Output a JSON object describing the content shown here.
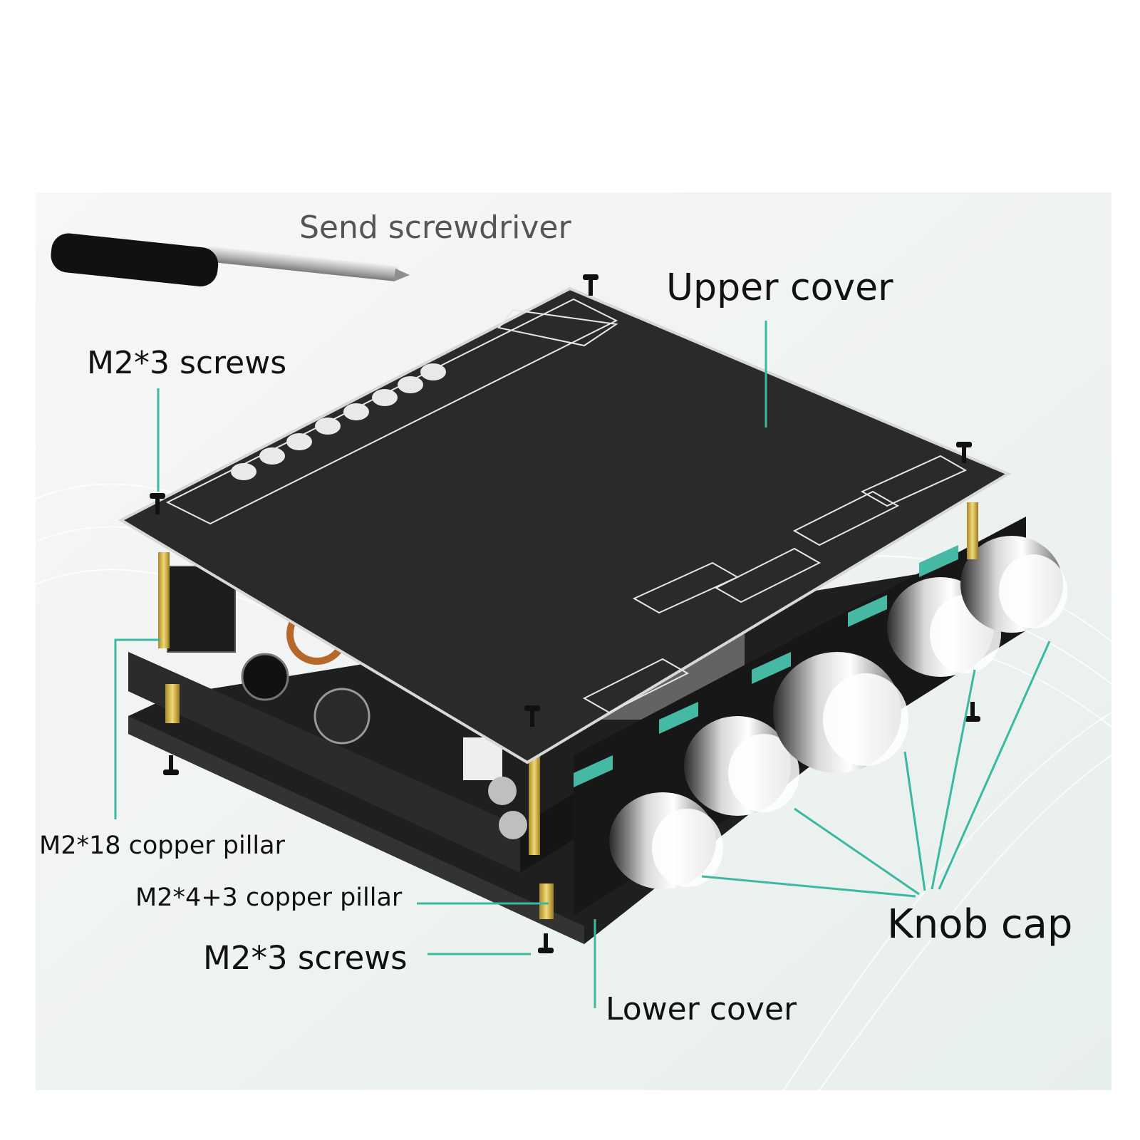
{
  "labels": {
    "screwdriver": "Send screwdriver",
    "upper_cover": "Upper cover",
    "m23_screws_top": "M2*3 screws",
    "m218_pillar": "M2*18 copper pillar",
    "m243_pillar": "M2*4+3 copper pillar",
    "m23_screws_bottom": "M2*3 screws",
    "knob_cap": "Knob cap",
    "lower_cover": "Lower cover"
  },
  "colors": {
    "leader_line": "#3bb8a0",
    "board": "#232323",
    "cover": "#2b2a2a"
  }
}
